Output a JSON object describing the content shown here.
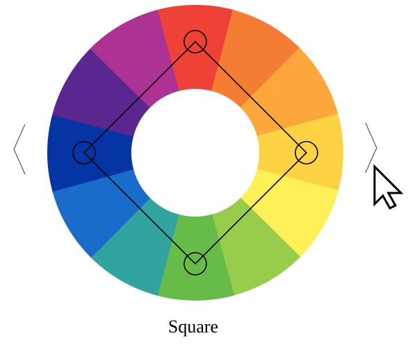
{
  "wheel": {
    "segments": [
      {
        "name": "red",
        "color": "#EE4237"
      },
      {
        "name": "red-orange",
        "color": "#F57D33"
      },
      {
        "name": "orange",
        "color": "#FBA73B"
      },
      {
        "name": "yellow-orange",
        "color": "#FDD344"
      },
      {
        "name": "yellow",
        "color": "#FFF057"
      },
      {
        "name": "yellow-green",
        "color": "#98CD4C"
      },
      {
        "name": "green",
        "color": "#67BB48"
      },
      {
        "name": "blue-green",
        "color": "#31A4A0"
      },
      {
        "name": "blue",
        "color": "#1A6CCA"
      },
      {
        "name": "blue-violet",
        "color": "#0534A4"
      },
      {
        "name": "violet",
        "color": "#5A2690"
      },
      {
        "name": "red-violet",
        "color": "#AC3393"
      }
    ],
    "scheme_marker_segments": [
      "red",
      "yellow-orange",
      "green",
      "blue-violet"
    ],
    "outline_color": "#000000"
  },
  "navigation": {
    "prev_icon": "chevron-left-icon",
    "next_icon": "chevron-right-icon",
    "arrow_color": "#555555"
  },
  "cursor": {
    "icon": "arrow-cursor-icon"
  },
  "scheme": {
    "name": "Square"
  }
}
